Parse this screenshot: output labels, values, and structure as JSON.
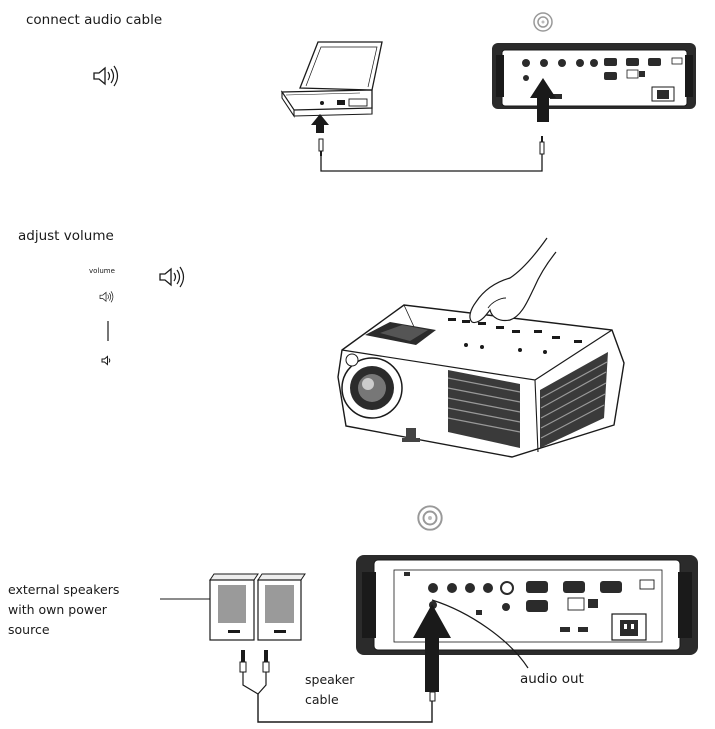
{
  "section1": {
    "title": "connect audio cable"
  },
  "section2": {
    "title": "adjust volume",
    "volume_label": "volume"
  },
  "section3": {
    "external_speakers": "external speakers\nwith own power\nsource",
    "speaker_cable": "speaker\ncable",
    "audio_out": "audio out"
  },
  "icons": [
    "speaker-icon",
    "laptop-icon",
    "projector-rear-icon",
    "hand-icon",
    "projector-icon",
    "speakers-icon",
    "audio-jack-icon"
  ],
  "colors": {
    "ink": "#1a1a1a",
    "panel": "#2b2b2b",
    "grey": "#9a9a9a"
  }
}
